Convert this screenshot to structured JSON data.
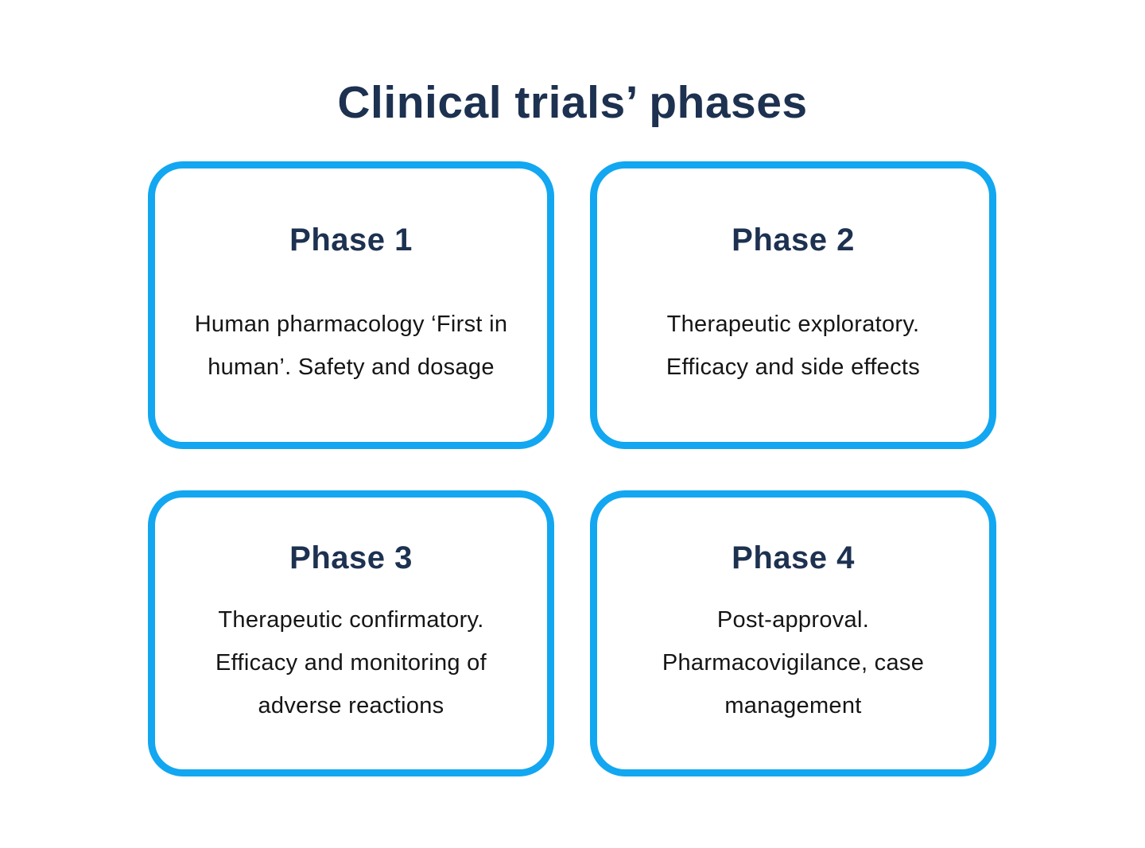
{
  "page": {
    "title": "Clinical trials’ phases"
  },
  "colors": {
    "card_border_blue": "#12a7f0",
    "heading_navy": "#1d3150",
    "body_text": "#151515",
    "background": "#ffffff"
  },
  "cards": [
    {
      "heading": "Phase 1",
      "lines": [
        "Human pharmacology ‘First in",
        "human’. Safety and dosage"
      ]
    },
    {
      "heading": "Phase 2",
      "lines": [
        "Therapeutic exploratory.",
        "Efficacy and side effects"
      ]
    },
    {
      "heading": "Phase 3",
      "lines": [
        "Therapeutic confirmatory.",
        "Efficacy and monitoring of",
        "adverse reactions"
      ]
    },
    {
      "heading": "Phase 4",
      "lines": [
        "Post-approval.",
        "Pharmacovigilance, case",
        "management"
      ]
    }
  ]
}
